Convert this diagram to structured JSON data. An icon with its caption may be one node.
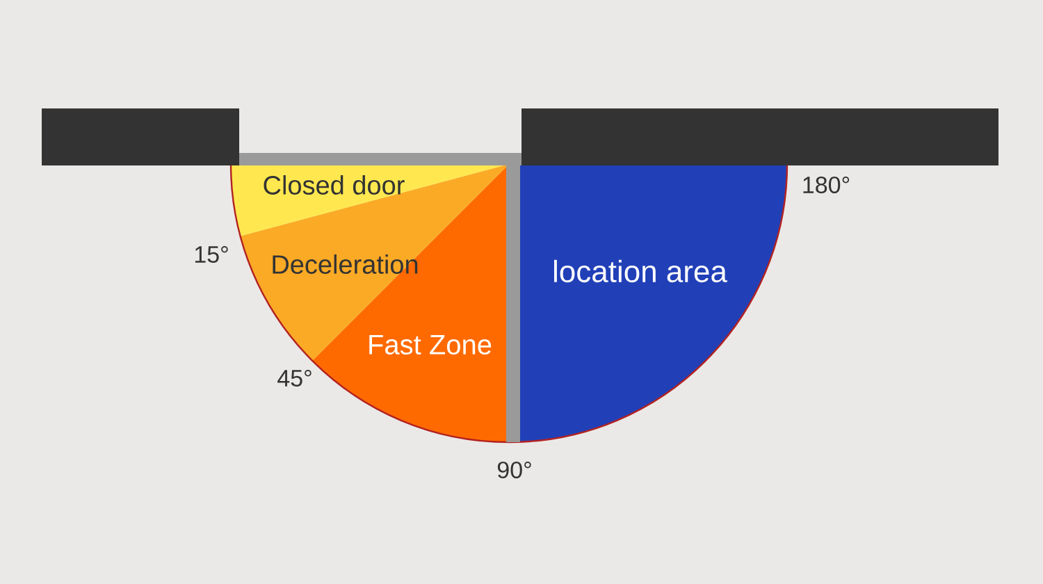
{
  "diagram": {
    "nodes": [
      {
        "text": [
          "Closed door"
        ]
      },
      {
        "text": [
          "Deceleration"
        ]
      },
      {
        "text": [
          "Fast Zone"
        ]
      },
      {
        "text": [
          "location area"
        ]
      }
    ],
    "labels": [
      "15°",
      "45°",
      "90°",
      "180°"
    ]
  }
}
